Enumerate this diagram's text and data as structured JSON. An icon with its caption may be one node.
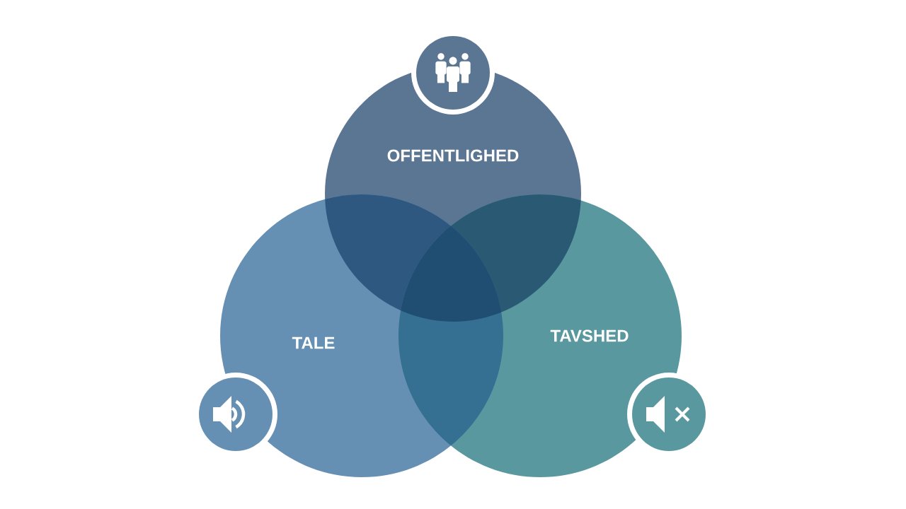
{
  "diagram": {
    "nodes": [
      {
        "text": [
          "OFFENTLIGHED"
        ]
      },
      {
        "text": [
          "TALE"
        ]
      },
      {
        "text": [
          "TAVSHED"
        ]
      }
    ]
  }
}
